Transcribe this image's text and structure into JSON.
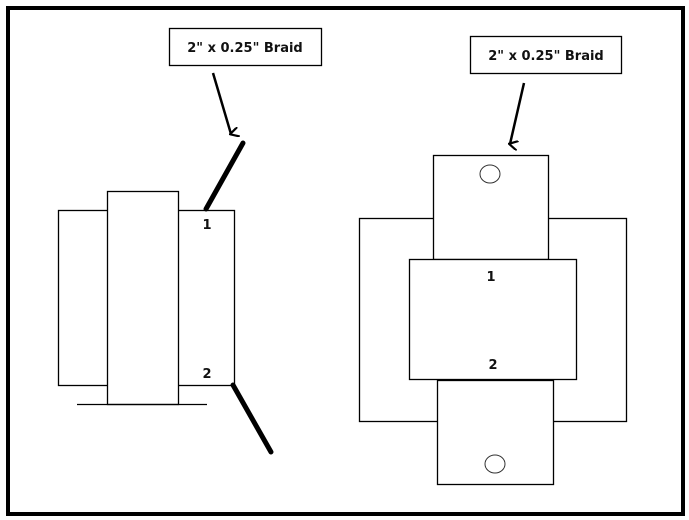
{
  "diagram": {
    "left_view": {
      "callout": "2\" x 0.25\" Braid",
      "terminal_labels": [
        "1",
        "2"
      ]
    },
    "right_view": {
      "callout": "2\" x 0.25\" Braid",
      "terminal_labels": [
        "1",
        "2"
      ]
    },
    "colors": {
      "line": "#000000",
      "background": "#ffffff"
    }
  }
}
